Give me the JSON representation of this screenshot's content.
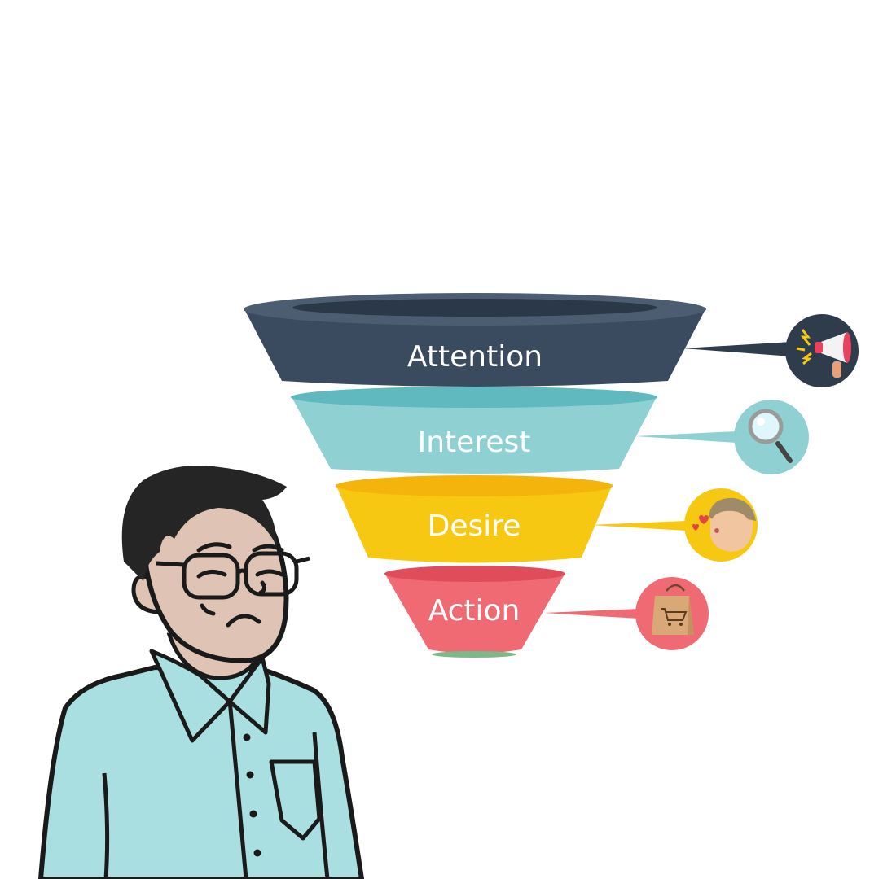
{
  "funnel": {
    "stages": [
      {
        "label": "Attention",
        "color": "#3a4a5f",
        "icon": "megaphone-icon"
      },
      {
        "label": "Interest",
        "color": "#8fd0d3",
        "icon": "magnifier-icon"
      },
      {
        "label": "Desire",
        "color": "#f7c812",
        "icon": "kissing-face-icon"
      },
      {
        "label": "Action",
        "color": "#ef6a73",
        "icon": "shopping-bag-icon"
      }
    ]
  }
}
